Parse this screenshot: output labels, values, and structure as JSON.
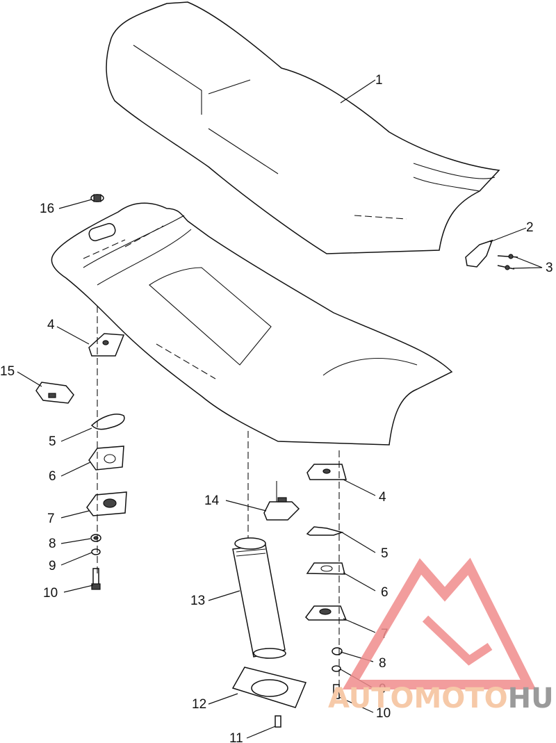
{
  "callouts": [
    {
      "id": "1",
      "label": "1"
    },
    {
      "id": "2",
      "label": "2"
    },
    {
      "id": "3",
      "label": "3"
    },
    {
      "id": "4a",
      "label": "4"
    },
    {
      "id": "4b",
      "label": "4"
    },
    {
      "id": "5a",
      "label": "5"
    },
    {
      "id": "5b",
      "label": "5"
    },
    {
      "id": "6a",
      "label": "6"
    },
    {
      "id": "6b",
      "label": "6"
    },
    {
      "id": "7a",
      "label": "7"
    },
    {
      "id": "7b",
      "label": "7"
    },
    {
      "id": "8a",
      "label": "8"
    },
    {
      "id": "8b",
      "label": "8"
    },
    {
      "id": "9a",
      "label": "9"
    },
    {
      "id": "9b",
      "label": "9"
    },
    {
      "id": "10a",
      "label": "10"
    },
    {
      "id": "10b",
      "label": "10"
    },
    {
      "id": "11",
      "label": "11"
    },
    {
      "id": "12",
      "label": "12"
    },
    {
      "id": "13",
      "label": "13"
    },
    {
      "id": "14",
      "label": "14"
    },
    {
      "id": "15",
      "label": "15"
    },
    {
      "id": "16",
      "label": "16"
    }
  ],
  "watermark": {
    "part1": "AUTOMOTO",
    "part2": "HUB",
    "logo_color": "#f08c8c",
    "text_color_1": "#f6c9a8",
    "text_color_2": "#9a9a9a"
  }
}
